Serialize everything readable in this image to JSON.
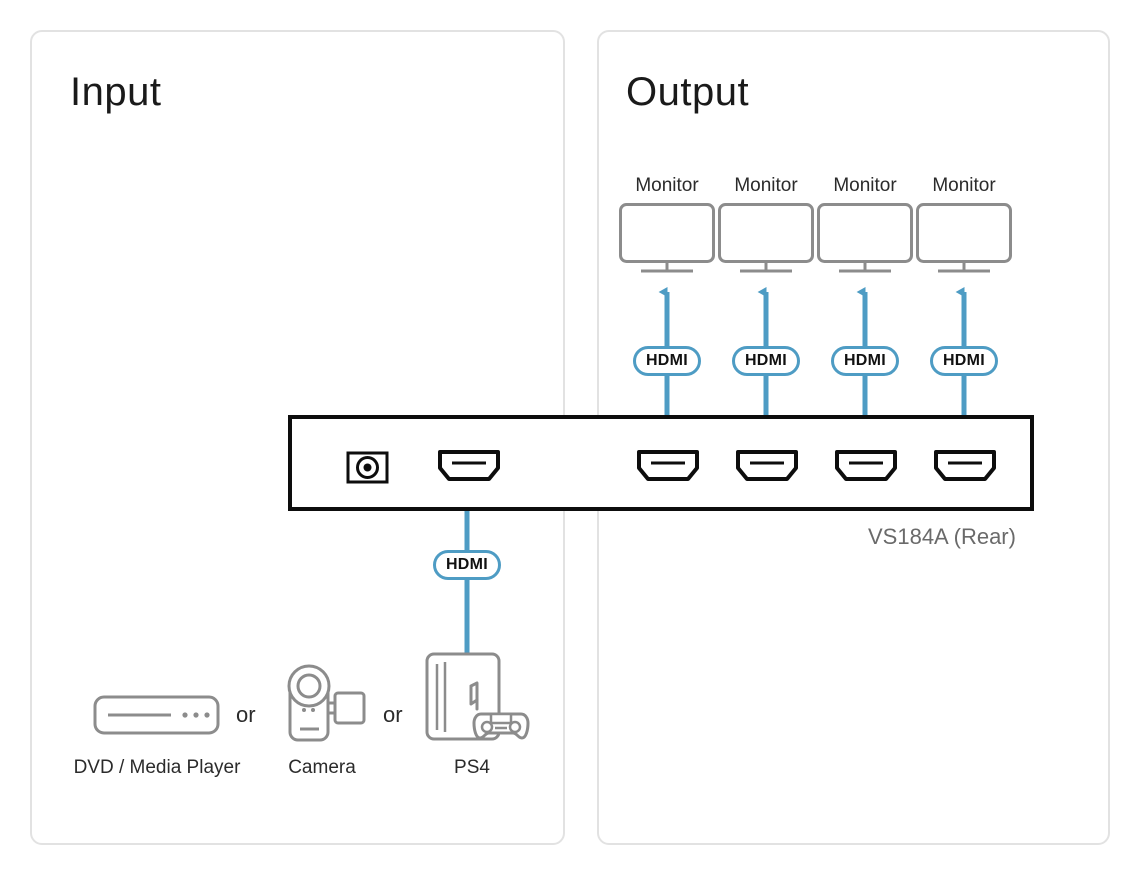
{
  "colors": {
    "panel_border": "#e2e2e2",
    "accent_blue": "#4e9cc4",
    "device_outline": "#0d0d0d",
    "icon_gray": "#8c8c8c",
    "text_dark": "#2b2b2b",
    "caption_gray": "#6a6a6a"
  },
  "panels": {
    "input": {
      "title": "Input"
    },
    "output": {
      "title": "Output"
    }
  },
  "output": {
    "monitors": [
      {
        "label": "Monitor",
        "cable_label": "HDMI"
      },
      {
        "label": "Monitor",
        "cable_label": "HDMI"
      },
      {
        "label": "Monitor",
        "cable_label": "HDMI"
      },
      {
        "label": "Monitor",
        "cable_label": "HDMI"
      }
    ]
  },
  "device": {
    "caption": "VS184A (Rear)",
    "ports": {
      "power": "power-jack",
      "hdmi_in_count": 1,
      "hdmi_out_count": 4
    }
  },
  "input": {
    "cable_label": "HDMI",
    "sources": [
      {
        "label": "DVD / Media Player",
        "icon": "dvd-player-icon"
      },
      {
        "label": "Camera",
        "icon": "camcorder-icon"
      },
      {
        "label": "PS4",
        "icon": "ps4-console-icon"
      }
    ],
    "separators": [
      "or",
      "or"
    ]
  }
}
